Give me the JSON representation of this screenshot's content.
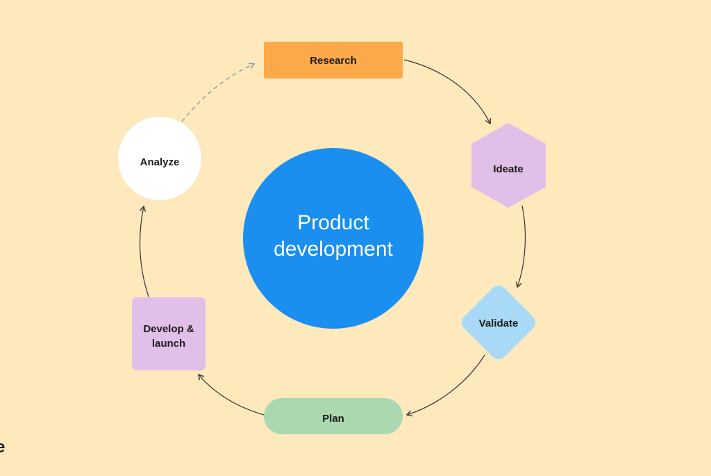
{
  "center": {
    "line1": "Product",
    "line2": "development"
  },
  "nodes": {
    "research": "Research",
    "ideate": "Ideate",
    "validate": "Validate",
    "plan": "Plan",
    "develop_line1": "Develop &",
    "develop_line2": "launch",
    "analyze": "Analyze"
  },
  "edge_fragment": "e",
  "colors": {
    "background": "#fde9bb",
    "center": "#1a8ff0",
    "research": "#fba94a",
    "ideate": "#e0bfe8",
    "validate": "#a8daf8",
    "plan": "#aad8b0",
    "develop": "#e0bfe8",
    "analyze": "#ffffff",
    "arrow": "#333333",
    "dashed_arrow": "#8a9aa8"
  }
}
